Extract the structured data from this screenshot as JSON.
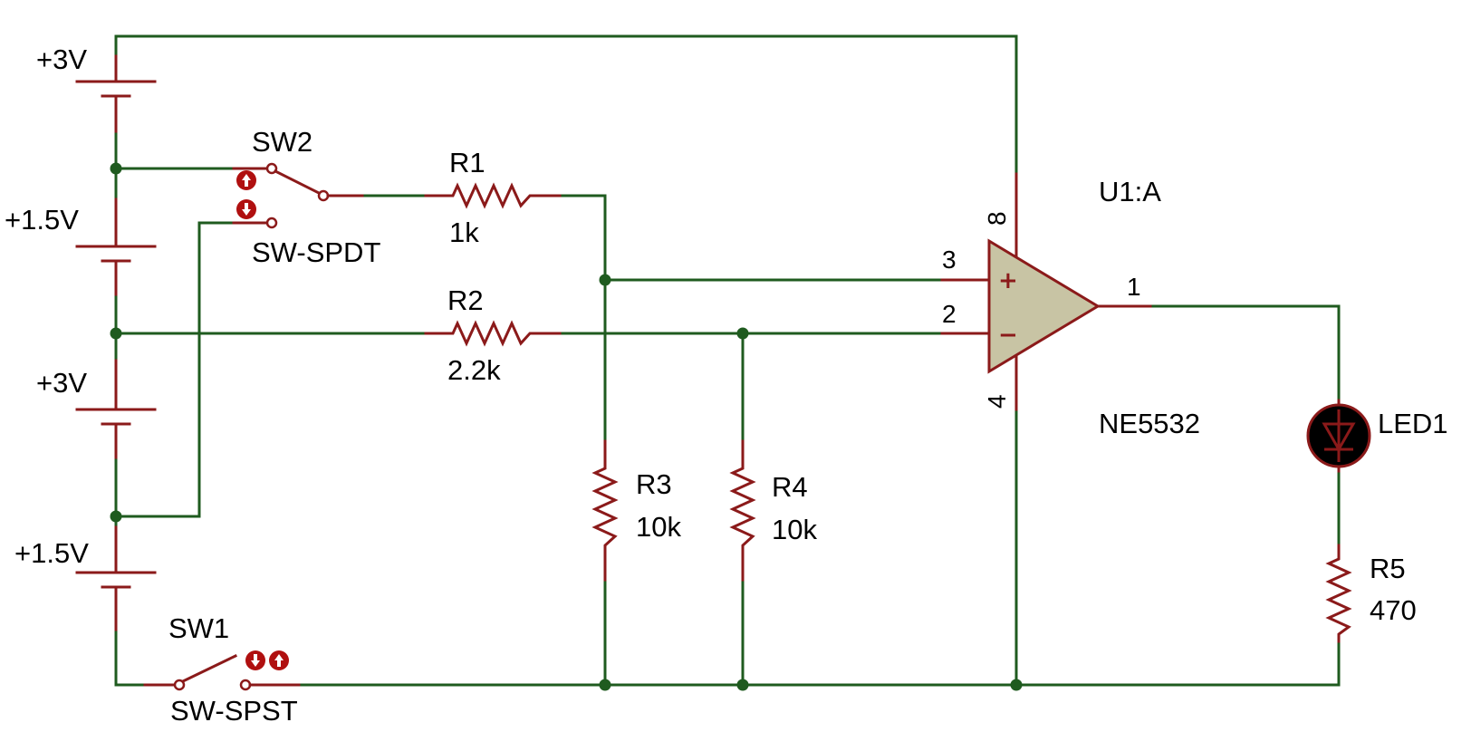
{
  "colors": {
    "wire": "#1f5b1f",
    "component": "#8b1a1a",
    "opamp_fill": "#c8c4a4",
    "led_fill": "#000000",
    "switch_indicator": "#b01010"
  },
  "batteries": [
    {
      "label": "+3V"
    },
    {
      "label": "+1.5V"
    },
    {
      "label": "+3V"
    },
    {
      "label": "+1.5V"
    }
  ],
  "sw2": {
    "name": "SW2",
    "type": "SW-SPDT"
  },
  "sw1": {
    "name": "SW1",
    "type": "SW-SPST"
  },
  "r1": {
    "name": "R1",
    "value": "1k"
  },
  "r2": {
    "name": "R2",
    "value": "2.2k"
  },
  "r3": {
    "name": "R3",
    "value": "10k"
  },
  "r4": {
    "name": "R4",
    "value": "10k"
  },
  "r5": {
    "name": "R5",
    "value": "470"
  },
  "u1": {
    "name": "U1:A",
    "part": "NE5532",
    "pins": {
      "noninv": "3",
      "inv": "2",
      "out": "1",
      "vcc": "8",
      "gnd": "4"
    },
    "plus": "+",
    "minus": "−"
  },
  "led": {
    "name": "LED1"
  },
  "switch_icons": {
    "up": "up-arrow-icon",
    "down": "down-arrow-icon"
  }
}
